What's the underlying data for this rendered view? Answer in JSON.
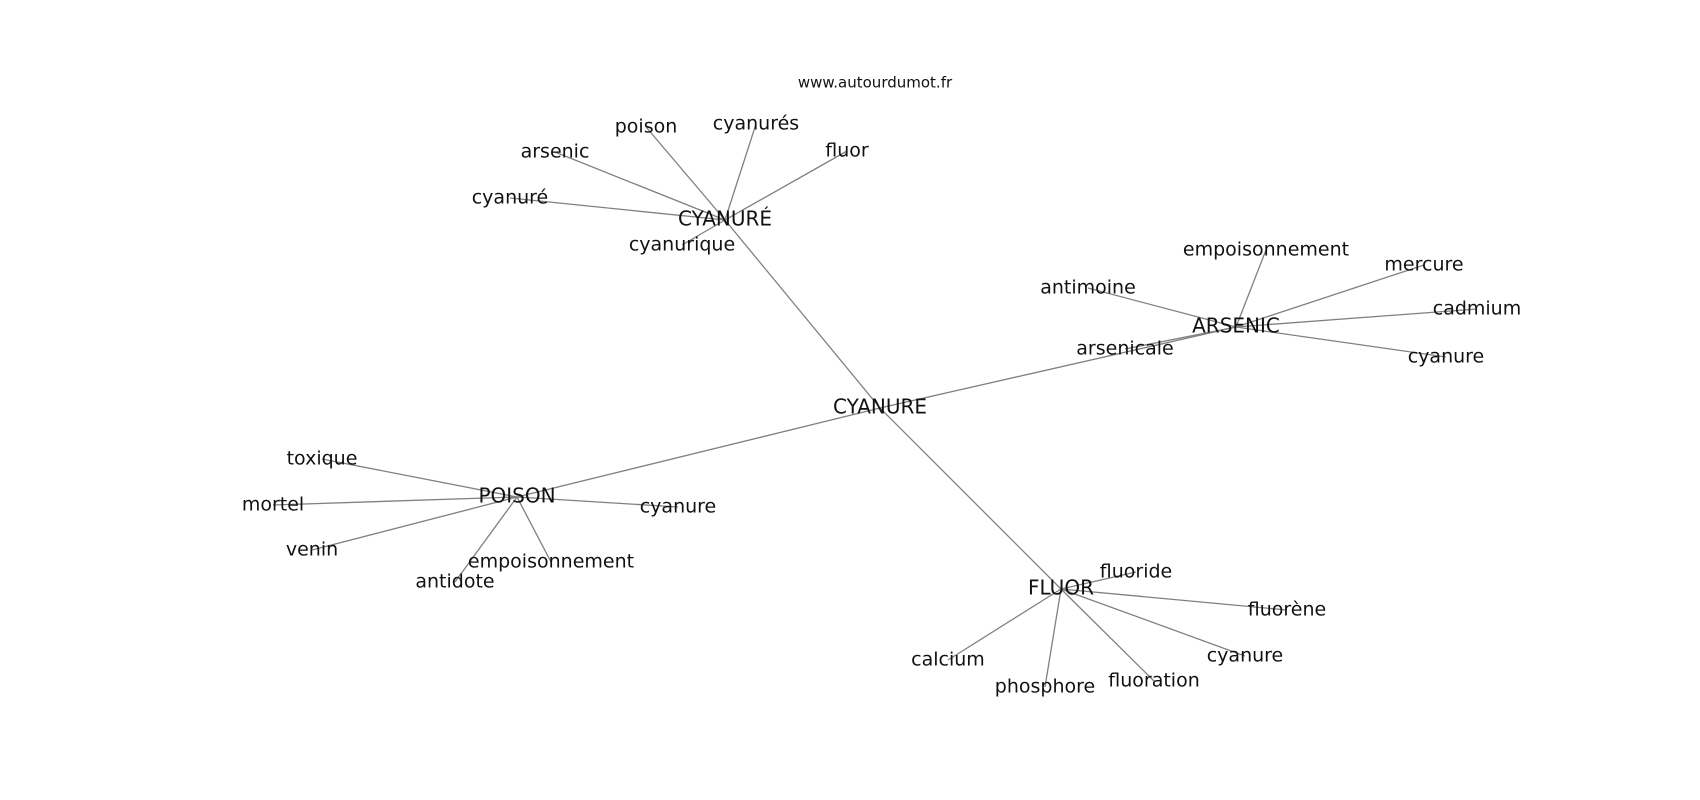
{
  "site": "www.autourdumot.fr",
  "center": "CYANURE",
  "groups": [
    {
      "id": "cyanure_accent",
      "label": "CYANURÉ",
      "children": [
        "cyanuré",
        "arsenic",
        "poison",
        "cyanurés",
        "fluor",
        "cyanurique"
      ]
    },
    {
      "id": "arsenic",
      "label": "ARSENIC",
      "children": [
        "empoisonnement",
        "mercure",
        "antimoine",
        "cadmium",
        "arsenicale",
        "cyanure"
      ]
    },
    {
      "id": "poison",
      "label": "POISON",
      "children": [
        "toxique",
        "mortel",
        "venin",
        "antidote",
        "empoisonnement",
        "cyanure"
      ]
    },
    {
      "id": "fluor",
      "label": "FLUOR",
      "children": [
        "fluoride",
        "fluorène",
        "cyanure",
        "calcium",
        "phosphore",
        "fluoration"
      ]
    }
  ],
  "colors": {
    "edge": "#808080",
    "text": "#111111",
    "background": "#ffffff"
  }
}
